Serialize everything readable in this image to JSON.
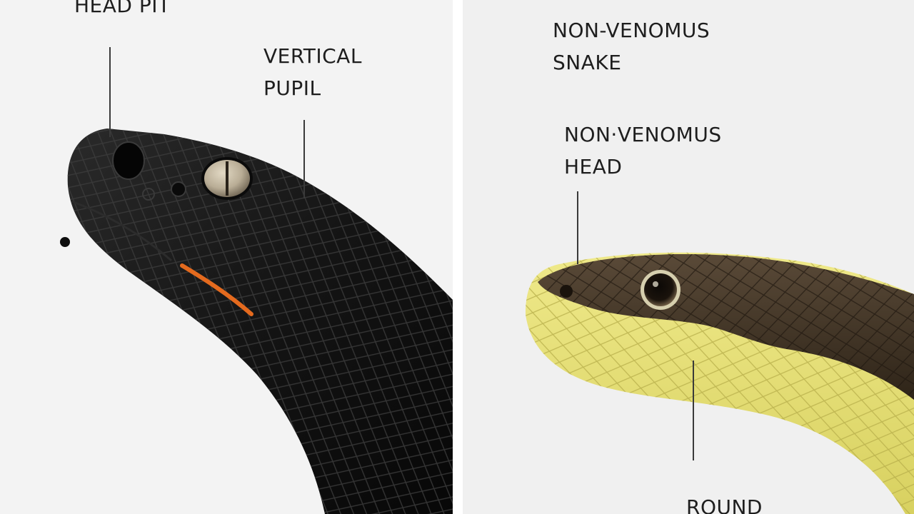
{
  "venomous": {
    "labels": {
      "head_pit": "HEAD PIT",
      "vertical_pupil_line1": "VERTICAL",
      "vertical_pupil_line2": "PUPIL"
    },
    "colors": {
      "skin": "#141414",
      "scale_line": "#3c3c3c",
      "eye": "#b9ad96",
      "mouth_line": "#e46a1e"
    }
  },
  "non_venomous": {
    "labels": {
      "snake_line1": "NON-VENOMUS",
      "snake_line2": "SNAKE",
      "head_line1": "NON·VENOMUS",
      "head_line2": "HEAD",
      "round_partial": "ROUND"
    },
    "colors": {
      "back": "#4a3a2a",
      "belly": "#e6e07a",
      "eye": "#2b2014"
    }
  }
}
